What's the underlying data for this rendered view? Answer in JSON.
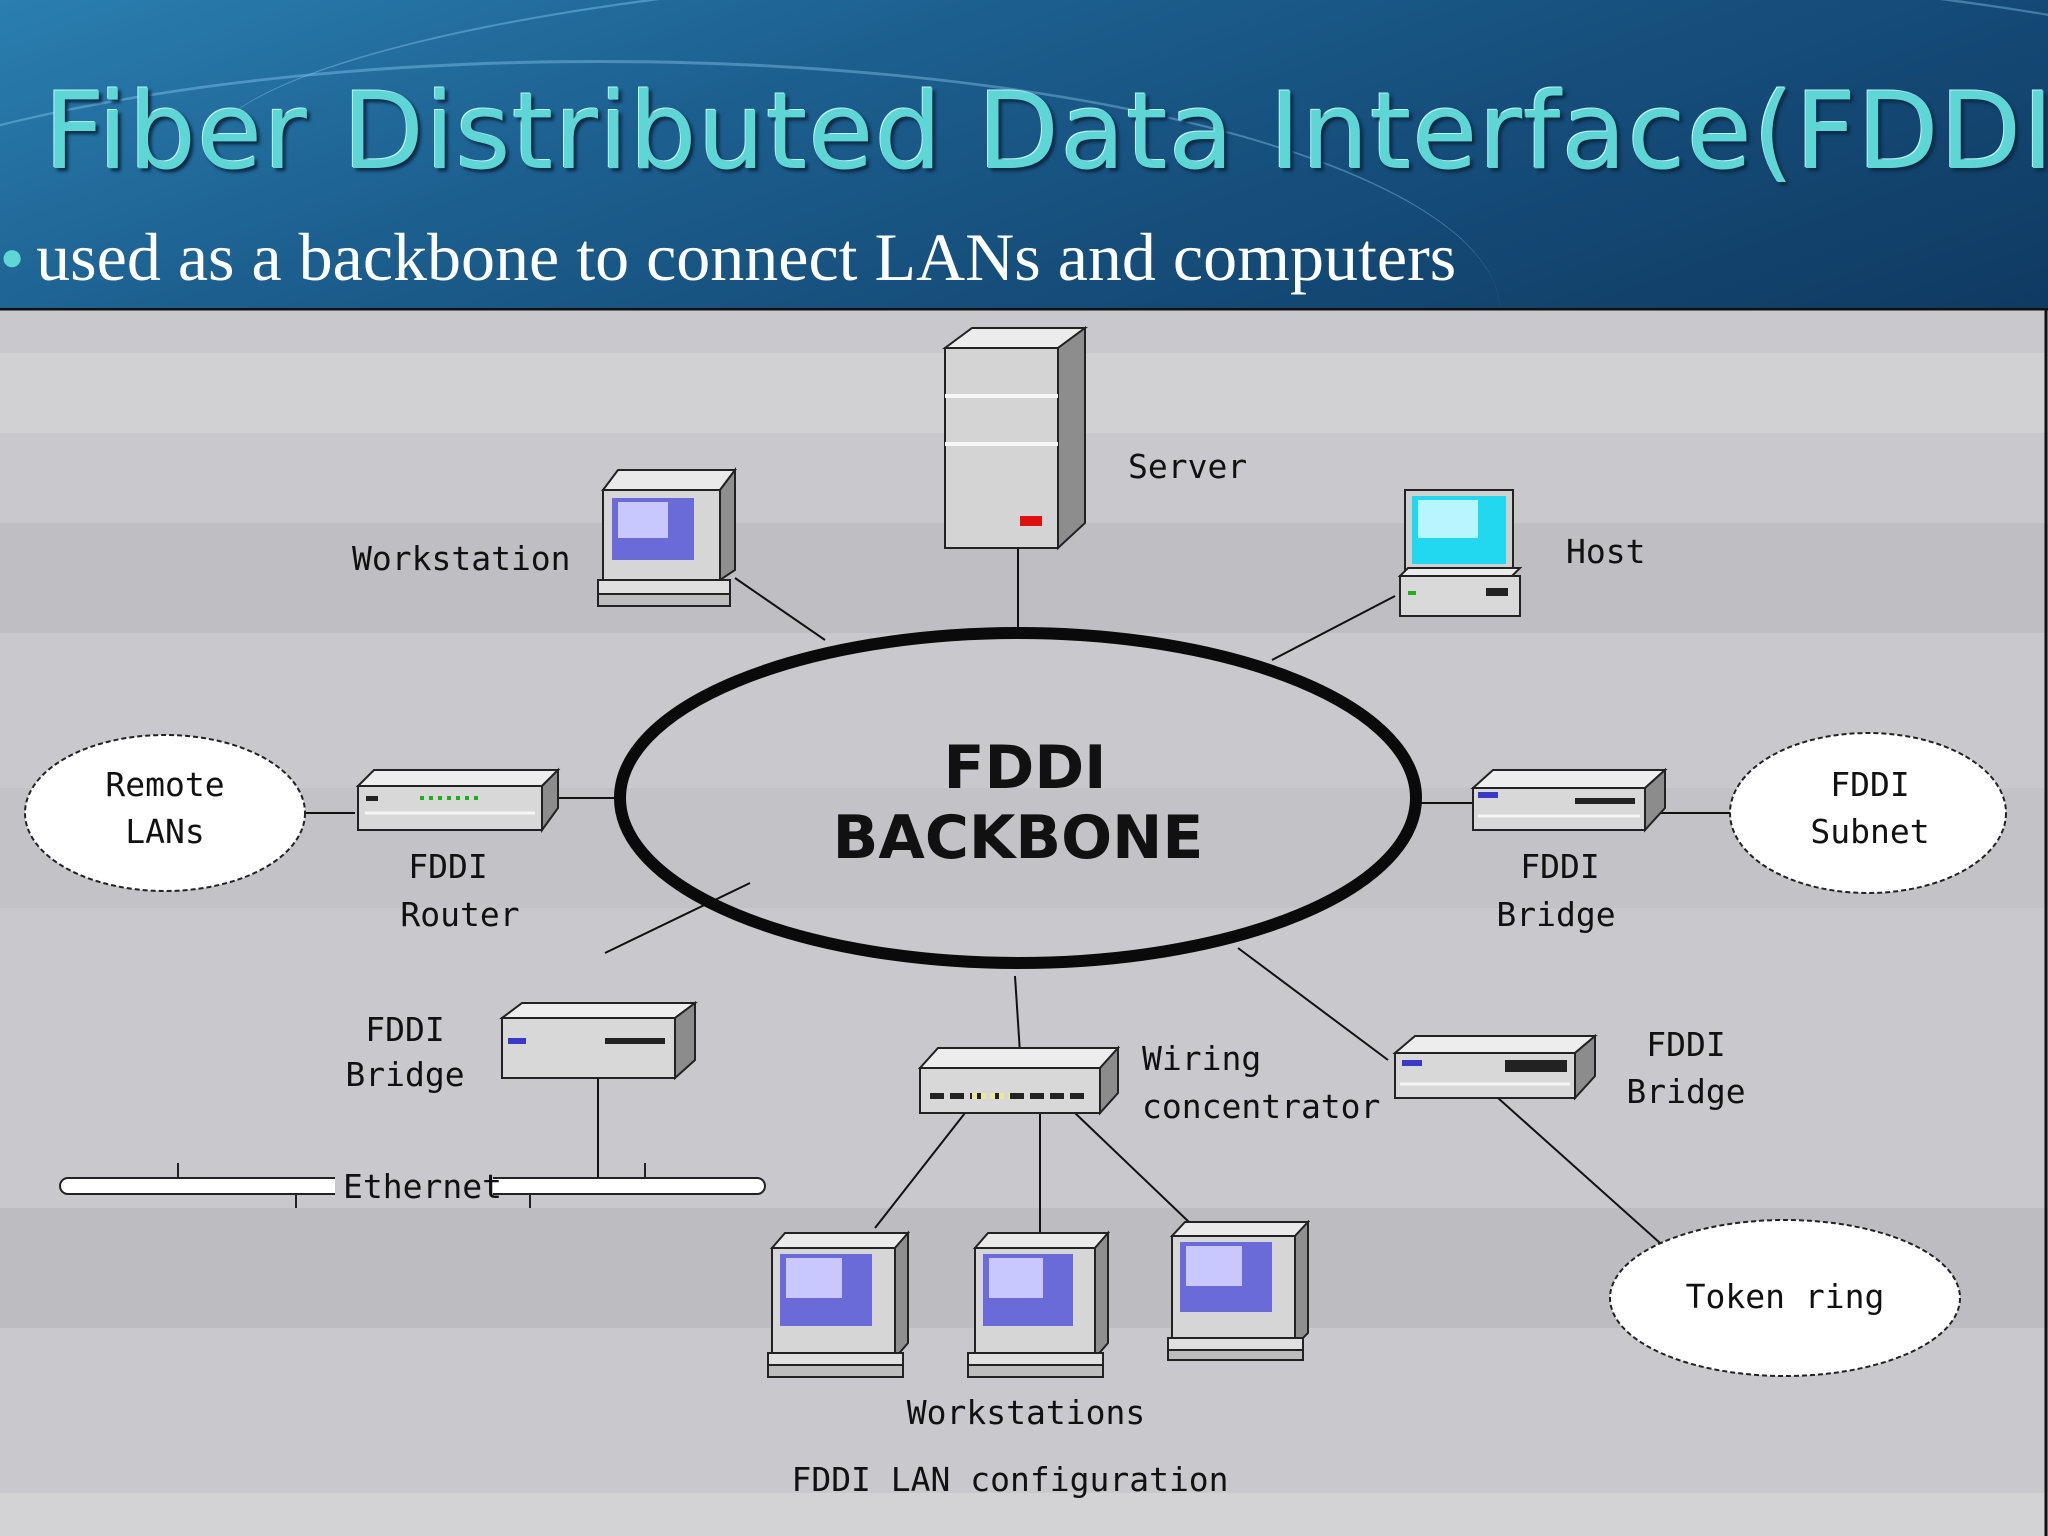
{
  "header": {
    "title": "Fiber Distributed Data Interface(FDDI)",
    "bullet": "used as a backbone to connect LANs and computers"
  },
  "diagram": {
    "backbone_line1": "FDDI",
    "backbone_line2": "BACKBONE",
    "server": "Server",
    "workstation": "Workstation",
    "host": "Host",
    "remote_lans_line1": "Remote",
    "remote_lans_line2": "LANs",
    "router_line1": "FDDI",
    "router_line2": "Router",
    "bridge_right_line1": "FDDI",
    "bridge_right_line2": "Bridge",
    "subnet_line1": "FDDI",
    "subnet_line2": "Subnet",
    "bridge_left_line1": "FDDI",
    "bridge_left_line2": "Bridge",
    "ethernet": "Ethernet",
    "wiring_line1": "Wiring",
    "wiring_line2": "concentrator",
    "bridge_lower_line1": "FDDI",
    "bridge_lower_line2": "Bridge",
    "token_ring": "Token ring",
    "workstations": "Workstations",
    "caption": "FDDI LAN configuration"
  }
}
